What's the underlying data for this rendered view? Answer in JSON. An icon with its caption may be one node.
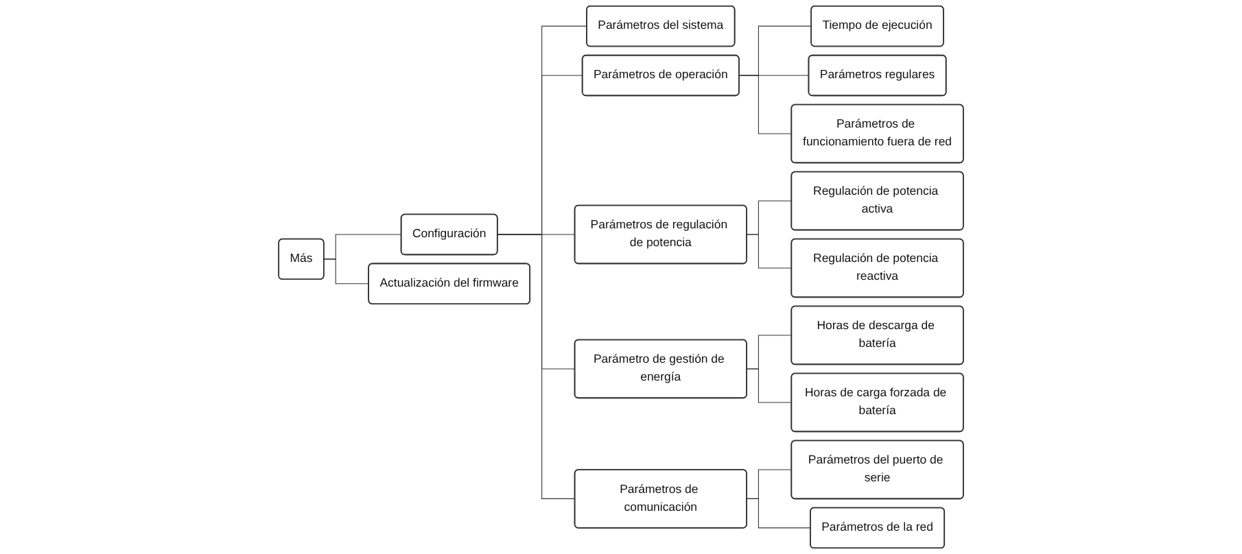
{
  "diagram": {
    "nodes": [
      {
        "text": [
          "Más"
        ]
      },
      {
        "text": [
          "Configuración"
        ]
      },
      {
        "text": [
          "Actualización del firmware"
        ]
      },
      {
        "text": [
          "Parámetros del sistema"
        ]
      },
      {
        "text": [
          "Parámetros de operación"
        ]
      },
      {
        "text": [
          "Tiempo de ejecución"
        ]
      },
      {
        "text": [
          "Parámetros regulares"
        ]
      },
      {
        "text": [
          "Parámetros de funcionamiento fuera de red"
        ]
      },
      {
        "text": [
          "Parámetros de regulación de potencia"
        ]
      },
      {
        "text": [
          "Regulación de potencia activa"
        ]
      },
      {
        "text": [
          "Regulación de potencia reactiva"
        ]
      },
      {
        "text": [
          "Parámetro de gestión de energía"
        ]
      },
      {
        "text": [
          "Horas de descarga de batería"
        ]
      },
      {
        "text": [
          "Horas de carga forzada de batería"
        ]
      },
      {
        "text": [
          "Parámetros de comunicación"
        ]
      },
      {
        "text": [
          "Parámetros del puerto de serie"
        ]
      },
      {
        "text": [
          "Parámetros de la red"
        ]
      }
    ],
    "edges": [
      {
        "from": 0,
        "to": 1,
        "arrow": "none"
      },
      {
        "from": 0,
        "to": 2,
        "arrow": "none"
      },
      {
        "from": 1,
        "to": 3,
        "arrow": "none"
      },
      {
        "from": 1,
        "to": 4,
        "arrow": "none"
      },
      {
        "from": 4,
        "to": 5,
        "arrow": "none"
      },
      {
        "from": 4,
        "to": 6,
        "arrow": "none"
      },
      {
        "from": 4,
        "to": 7,
        "arrow": "none"
      },
      {
        "from": 1,
        "to": 8,
        "arrow": "none"
      },
      {
        "from": 8,
        "to": 9,
        "arrow": "none"
      },
      {
        "from": 8,
        "to": 10,
        "arrow": "none"
      },
      {
        "from": 1,
        "to": 11,
        "arrow": "none"
      },
      {
        "from": 11,
        "to": 12,
        "arrow": "none"
      },
      {
        "from": 11,
        "to": 13,
        "arrow": "none"
      },
      {
        "from": 1,
        "to": 14,
        "arrow": "none"
      },
      {
        "from": 14,
        "to": 15,
        "arrow": "none"
      },
      {
        "from": 14,
        "to": 16,
        "arrow": "none"
      }
    ]
  }
}
